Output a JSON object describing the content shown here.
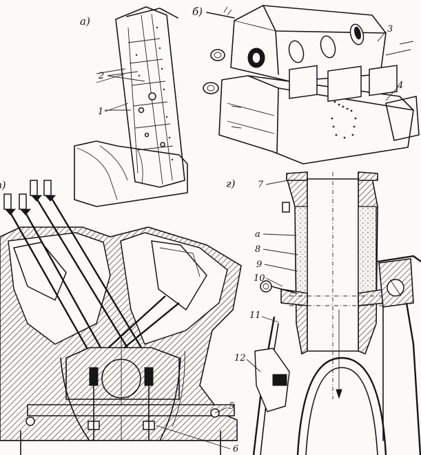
{
  "figure": {
    "panel_labels": {
      "a": "а)",
      "b": "б)",
      "v": "в)",
      "g": "г)"
    },
    "callouts": {
      "c1": "1",
      "c2": "2",
      "c3": "3",
      "c4": "4",
      "c5": "5",
      "c6": "6",
      "c7": "7",
      "ca": "а",
      "c8": "8",
      "c9": "9",
      "c10": "10",
      "c11": "11",
      "c12": "12"
    }
  }
}
